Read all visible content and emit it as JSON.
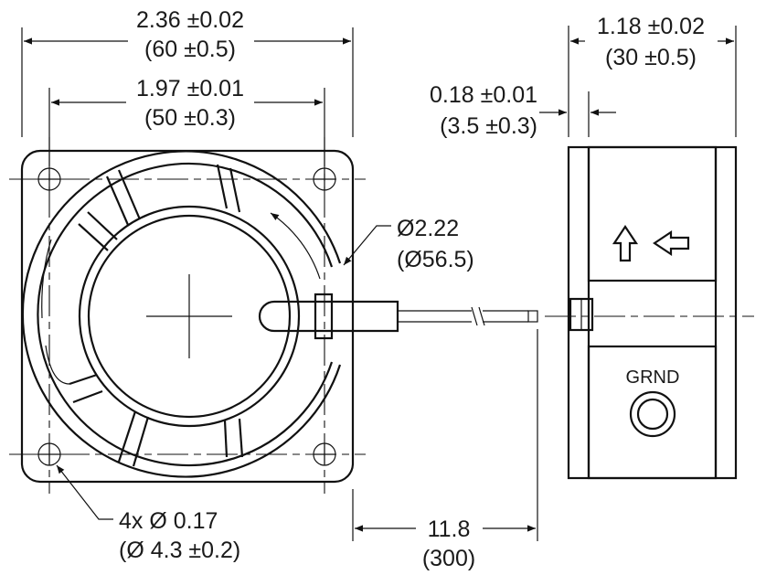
{
  "dimensions": {
    "overall_width_in": "2.36 ±0.02",
    "overall_width_mm": "(60 ±0.5)",
    "hole_spacing_in": "1.97 ±0.01",
    "hole_spacing_mm": "(50 ±0.3)",
    "depth_in": "1.18 ±0.02",
    "depth_mm": "(30 ±0.5)",
    "flange_in": "0.18 ±0.01",
    "flange_mm": "(3.5 ±0.3)",
    "diameter_in": "Ø2.22",
    "diameter_mm": "(Ø56.5)",
    "hole_in": "4x Ø 0.17",
    "hole_mm": "(Ø 4.3 ±0.2)",
    "lead_length_in": "11.8",
    "lead_length_mm": "(300)"
  },
  "side_view": {
    "ground_label": "GRND"
  },
  "colors": {
    "line": "#111111",
    "background": "#ffffff"
  },
  "icons": [
    "airflow-arrow-up-icon",
    "rotation-arrow-left-icon",
    "rotation-direction-arrow-icon"
  ]
}
